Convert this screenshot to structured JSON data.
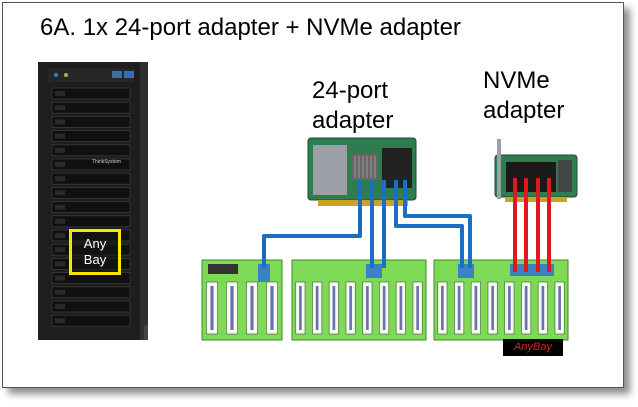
{
  "title": "6A. 1x 24-port adapter + NVMe adapter",
  "labels": {
    "port24_line1": "24-port",
    "port24_line2": "adapter",
    "nvme_line1": "NVMe",
    "nvme_line2": "adapter",
    "server_brand": "ThinkSystem",
    "anybay_line1": "Any",
    "anybay_line2": "Bay",
    "anybay_logo": "AnyBay"
  },
  "colors": {
    "sas_cable": "#1a6fc4",
    "nvme_cable": "#e0191f",
    "backplane": "#7ed957",
    "highlight": "#ffe500",
    "adapter_board": "#2e7d4f"
  }
}
